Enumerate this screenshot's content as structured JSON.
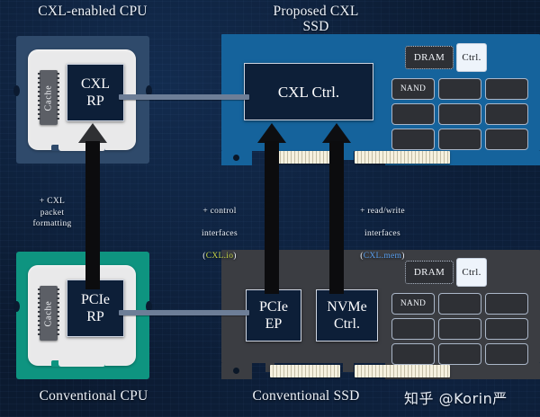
{
  "diagram": {
    "title_top_left": "CXL-enabled CPU",
    "title_top_right": "Proposed CXL\nSSD",
    "title_bottom_left": "Conventional CPU",
    "title_bottom_right": "Conventional SSD",
    "watermark": "知乎 @Korin严",
    "colors": {
      "background": "#0b1a30",
      "cpu_top_substrate": "#2f4a6b",
      "cpu_bottom_substrate": "#0e9480",
      "ssd_top_pcb": "#15639c",
      "ssd_bottom_pcb": "#3b3d42",
      "block_fill": "#0d1f38",
      "block_border": "#cfd6e2",
      "link_line": "#6d7e97",
      "arrow": "#0c0c0e",
      "gold_fingers": "#f3eedb",
      "cxl_io_accent": "#c9d94a",
      "cxl_mem_accent": "#5aa0f0"
    }
  },
  "cpu_top": {
    "cache_label": "Cache",
    "core_block_line1": "CXL",
    "core_block_line2": "RP"
  },
  "cpu_bottom": {
    "cache_label": "Cache",
    "core_block_line1": "PCIe",
    "core_block_line2": "RP"
  },
  "ssd_top": {
    "controller_label": "CXL Ctrl.",
    "dram_label": "DRAM",
    "ctrl_label": "Ctrl.",
    "nand_label": "NAND",
    "nand_grid_rows": 3,
    "nand_grid_cols": 3
  },
  "ssd_bottom": {
    "block1_line1": "PCIe",
    "block1_line2": "EP",
    "block2_line1": "NVMe",
    "block2_line2": "Ctrl.",
    "dram_label": "DRAM",
    "ctrl_label": "Ctrl.",
    "nand_label": "NAND",
    "nand_grid_rows": 3,
    "nand_grid_cols": 3
  },
  "annotations": {
    "left": "+ CXL\npacket\nformatting",
    "middle_line1": "+ control",
    "middle_line2": "interfaces",
    "middle_line3_paren": "(CXL.io)",
    "middle_accent_text": "CXL.io",
    "right_line1": "+ read/write",
    "right_line2": "interfaces",
    "right_line3_paren": "(CXL.mem)",
    "right_accent_text": "CXL.mem"
  }
}
